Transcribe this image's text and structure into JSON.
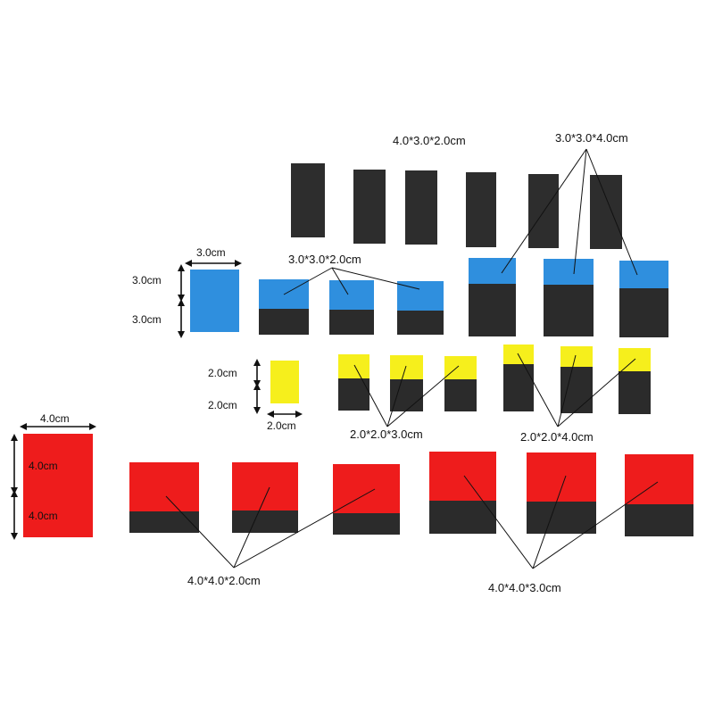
{
  "colors": {
    "background": "#ffffff",
    "black_block": "#2b2b2b",
    "black_block_shade": "#1f1f1f",
    "blue": "#2f8fde",
    "yellow": "#f6ef1c",
    "red": "#ee1c1c",
    "line": "#111111"
  },
  "labels": {
    "black_2cm": "4.0*3.0*2.0cm",
    "black_4cm": "3.0*3.0*4.0cm",
    "blue_2cm": "3.0*3.0*2.0cm",
    "blue_cube_width": "3.0cm",
    "blue_cube_h1": "3.0cm",
    "blue_cube_h2": "3.0cm",
    "yellow_cube_h1": "2.0cm",
    "yellow_cube_h2": "2.0cm",
    "yellow_cube_width": "2.0cm",
    "yellow_3cm": "2.0*2.0*3.0cm",
    "yellow_4cm": "2.0*2.0*4.0cm",
    "red_cube_width": "4.0cm",
    "red_cube_h1": "4.0cm",
    "red_cube_h2": "4.0cm",
    "red_2cm": "4.0*4.0*2.0cm",
    "red_3cm": "4.0*4.0*3.0cm"
  }
}
